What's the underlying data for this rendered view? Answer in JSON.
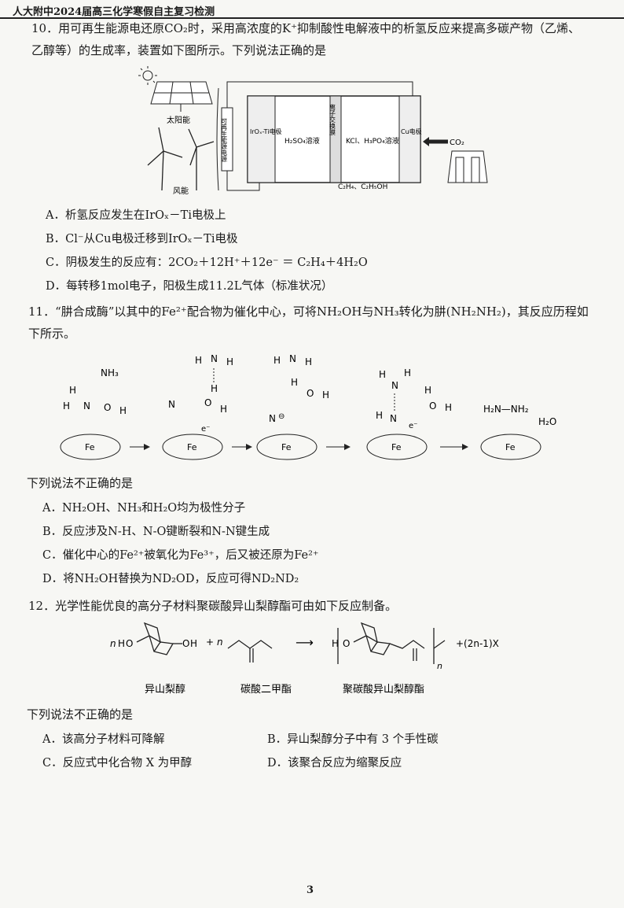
{
  "header": "人大附中2024届高三化学寒假自主复习检测",
  "page_number": "3",
  "q10": {
    "stem_line1": "10．用可再生能源电还原CO₂时，采用高浓度的K⁺抑制酸性电解液中的析氢反应来提高多碳产物（乙烯、",
    "stem_line2": "乙醇等）的生成率，装置如下图所示。下列说法正确的是",
    "fig": {
      "solar": "太阳能",
      "wind": "风能",
      "power_box": "可再生能源电源",
      "anode": "IrOₓ-Ti电极",
      "anolyte": "H₂SO₄溶液",
      "membrane": "离子交换膜",
      "catholyte": "KCl、H₃PO₄溶液",
      "cathode": "Cu电极",
      "co2": "CO₂",
      "products": "C₂H₄、C₂H₅OH"
    },
    "options": [
      "A．析氢反应发生在IrOₓ－Ti电极上",
      "B．Cl⁻从Cu电极迁移到IrOₓ－Ti电极",
      "C．阴极发生的反应有：2CO₂＋12H⁺＋12e⁻ ＝ C₂H₄＋4H₂O",
      "D．每转移1mol电子，阳极生成11.2L气体（标准状况）"
    ]
  },
  "q11": {
    "stem_line1": "11．“肼合成酶”以其中的Fe²⁺配合物为催化中心，可将NH₂OH与NH₃转化为肼(NH₂NH₂)，其反应历程如",
    "stem_line2": "下所示。",
    "fig": {
      "nh3": "NH₃",
      "fe": "Fe",
      "n": "N",
      "h": "H",
      "o": "O",
      "e": "e⁻",
      "neg": "⊖",
      "hydrazine": "H₂N—NH₂",
      "water": "H₂O"
    },
    "prompt": "下列说法不正确的是",
    "options": [
      "A．NH₂OH、NH₃和H₂O均为极性分子",
      "B．反应涉及N-H、N-O键断裂和N-N键生成",
      "C．催化中心的Fe²⁺被氧化为Fe³⁺，后又被还原为Fe²⁺",
      "D．将NH₂OH替换为ND₂OD，反应可得ND₂ND₂"
    ]
  },
  "q12": {
    "stem": "12．光学性能优良的高分子材料聚碳酸异山梨醇酯可由如下反应制备。",
    "fig": {
      "n_coef": "n",
      "plus": "+",
      "arrow": "⟶",
      "byproduct": "+(2n-1)X",
      "label1": "异山梨醇",
      "label2": "碳酸二甲酯",
      "label3": "聚碳酸异山梨醇酯",
      "h": "H",
      "o": "O",
      "sub_n": "n"
    },
    "prompt": "下列说法不正确的是",
    "options": [
      "A．该高分子材料可降解",
      "B．异山梨醇分子中有 3 个手性碳",
      "C．反应式中化合物 X 为甲醇",
      "D．该聚合反应为缩聚反应"
    ]
  }
}
